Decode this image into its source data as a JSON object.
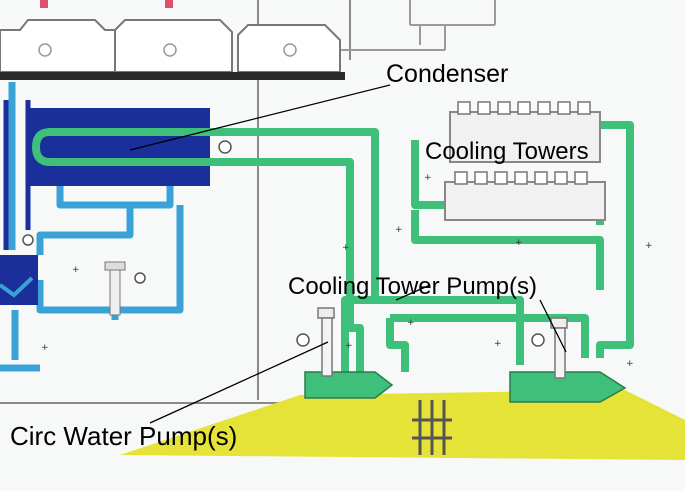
{
  "labels": {
    "condenser": "Condenser",
    "cooling_towers": "Cooling Towers",
    "cooling_tower_pumps": "Cooling Tower Pump(s)",
    "circ_water_pumps": "Circ Water Pump(s)"
  },
  "colors": {
    "background": "#f7f9f8",
    "water_loop": "#3fc07a",
    "cold_water_pipe": "#3aa2d6",
    "condenser_body": "#1a2f9a",
    "ground": "#e6e338",
    "pump_base": "#3fc07a",
    "building_outline": "#777777"
  }
}
